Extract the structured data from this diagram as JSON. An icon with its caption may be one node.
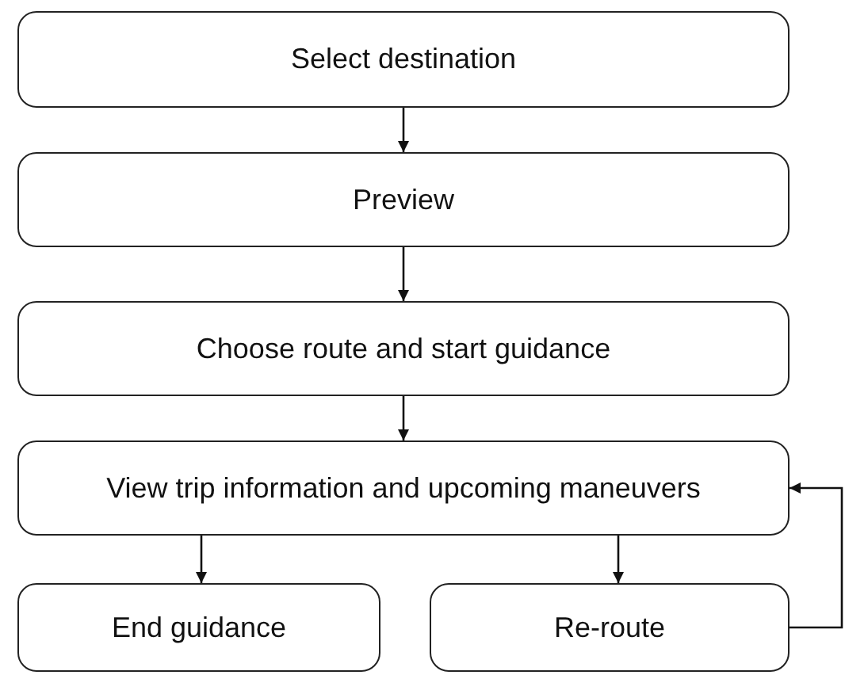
{
  "diagram": {
    "nodes": [
      {
        "text": [
          "Select destination"
        ]
      },
      {
        "text": [
          "Preview"
        ]
      },
      {
        "text": [
          "Choose route and start guidance"
        ]
      },
      {
        "text": [
          "View trip information and upcoming maneuvers"
        ]
      },
      {
        "text": [
          "End guidance"
        ]
      },
      {
        "text": [
          "Re-route"
        ]
      }
    ],
    "edges": [
      {
        "from": 0,
        "to": 1,
        "arrow": "to"
      },
      {
        "from": 1,
        "to": 2,
        "arrow": "to"
      },
      {
        "from": 2,
        "to": 3,
        "arrow": "to"
      },
      {
        "from": 3,
        "to": 4,
        "arrow": "to"
      },
      {
        "from": 3,
        "to": 5,
        "arrow": "to"
      },
      {
        "from": 5,
        "to": 3,
        "arrow": "to"
      }
    ]
  }
}
